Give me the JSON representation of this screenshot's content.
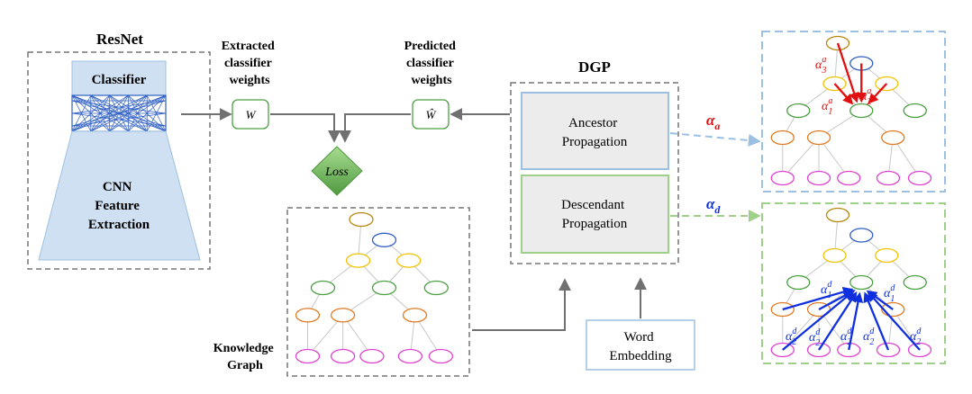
{
  "resnet": {
    "title": "ResNet",
    "classifier_label": "Classifier",
    "cnn_label_lines": [
      "CNN",
      "Feature",
      "Extraction"
    ]
  },
  "extracted": {
    "caption_lines": [
      "Extracted",
      "classifier",
      "weights"
    ],
    "symbol": "W"
  },
  "predicted": {
    "caption_lines": [
      "Predicted",
      "classifier",
      "weights"
    ],
    "symbol": "Ŵ"
  },
  "loss_label": "Loss",
  "dgp": {
    "title": "DGP",
    "ancestor_lines": [
      "Ancestor",
      "Propagation"
    ],
    "descendant_lines": [
      "Descendant",
      "Propagation"
    ]
  },
  "knowledge_graph_lines": [
    "Knowledge",
    "Graph"
  ],
  "word_embedding_lines": [
    "Word",
    "Embedding"
  ],
  "alpha_a": {
    "base": "α",
    "sub": "a"
  },
  "alpha_d": {
    "base": "α",
    "sub": "d"
  },
  "ancestor_weights": [
    {
      "base": "α",
      "sub": "3",
      "sup": "a"
    },
    {
      "base": "α",
      "sub": "1",
      "sup": "a"
    },
    {
      "base": "α",
      "sub": "2",
      "sup": "a"
    }
  ],
  "descendant_weights": [
    {
      "base": "α",
      "sub": "1",
      "sup": "d"
    },
    {
      "base": "α",
      "sub": "1",
      "sup": "d"
    },
    {
      "base": "α",
      "sub": "2",
      "sup": "d"
    },
    {
      "base": "α",
      "sub": "2",
      "sup": "d"
    },
    {
      "base": "α",
      "sub": "2",
      "sup": "d"
    },
    {
      "base": "α",
      "sub": "2",
      "sup": "d"
    },
    {
      "base": "α",
      "sub": "2",
      "sup": "d"
    }
  ],
  "colors": {
    "level0": "#b8860b",
    "level1": "#2f5fc4",
    "level2": "#f2c200",
    "level3": "#4aa040",
    "level4": "#e07a20",
    "level5": "#e040d0",
    "ancestor_arrow": "#e01010",
    "descendant_arrow": "#1030e0",
    "ancestor_box": "#9cc0e4",
    "descendant_box": "#9fd08a",
    "resnet_fill": "#cfe0f2",
    "loss_fill": "#77c060"
  }
}
